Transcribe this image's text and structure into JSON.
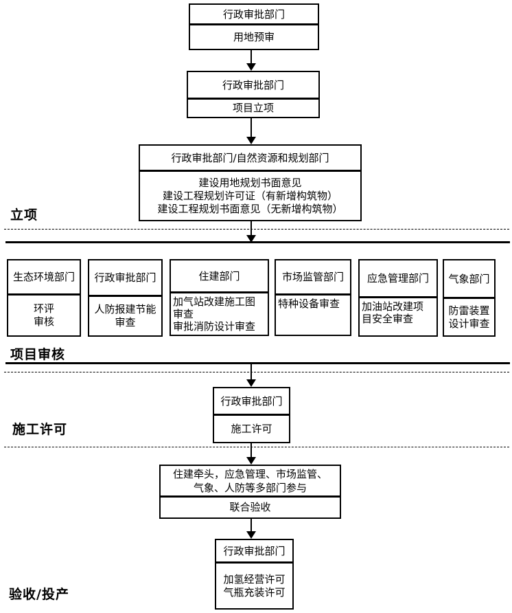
{
  "colors": {
    "line": "#000000",
    "background": "#ffffff",
    "text": "#000000"
  },
  "stage_labels": {
    "initiation": "立项",
    "review": "项目审核",
    "construction_permit": "施工许可",
    "acceptance": "验收/投产"
  },
  "nodes": {
    "pre_review": {
      "dept": "行政审批部门",
      "task": "用地预审"
    },
    "initiation": {
      "dept": "行政审批部门",
      "task": "项目立项"
    },
    "planning": {
      "dept": "行政审批部门/自然资源和规划部门",
      "task": "建设用地规划书面意见\n建设工程规划许可证（有新增构筑物）\n建设工程规划书面意见（无新增构筑物）"
    },
    "eco": {
      "dept": "生态环境部门",
      "task": "环评\n审核"
    },
    "civil_air_defense": {
      "dept": "行政审批部门",
      "task": "人防报建节能\n审查"
    },
    "housing": {
      "dept": "住建部门",
      "task": "加气站改建施工图\n审查\n审批消防设计审查"
    },
    "market": {
      "dept": "市场监管部门",
      "task": "特种设备审查"
    },
    "emergency": {
      "dept": "应急管理部门",
      "task": "加油站改建项\n目安全审查"
    },
    "meteorology": {
      "dept": "气象部门",
      "task": "防雷装置\n设计审查"
    },
    "construction": {
      "dept": "行政审批部门",
      "task": "施工许可"
    },
    "joint_acceptance": {
      "dept": "住建牵头，应急管理、市场监管、\n气象、人防等多部门参与",
      "task": "联合验收"
    },
    "licensing": {
      "dept": "行政审批部门",
      "task": "加氢经营许可\n气瓶充装许可"
    }
  }
}
